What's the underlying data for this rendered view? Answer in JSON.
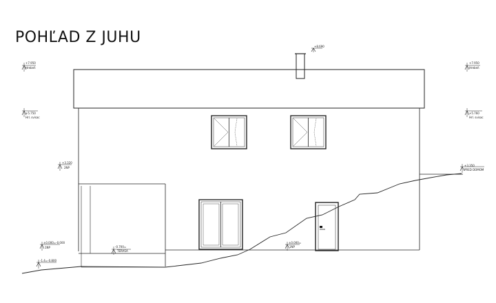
{
  "title": "POHĽAD Z JUHU",
  "levels": {
    "chimney_top": "+8.690",
    "ridge_left": "+7.950",
    "ridge_left_name": "Hrebeň",
    "ridge_right": "+7.950",
    "ridge_right_name": "Hrebeň",
    "eave_left": "+5.750",
    "eave_left_name": "Hrl. svisac",
    "eave_right": "+5.760",
    "eave_right_name": "Hrl. svisac",
    "floor2_left": "+3.320",
    "floor2_left_name": "2NP",
    "entrance_right": "+3.350",
    "entrance_right_name": "PRED DOMOM",
    "floor1_left": "±0.000=-0.000",
    "floor1_left_name": "1NP",
    "terrace": "-0.700=",
    "terrace_name": "TERASA",
    "floor1_center": "±0.000=",
    "floor1_center_name": "1NP",
    "terrain_left": "-1.4=-0.800"
  }
}
